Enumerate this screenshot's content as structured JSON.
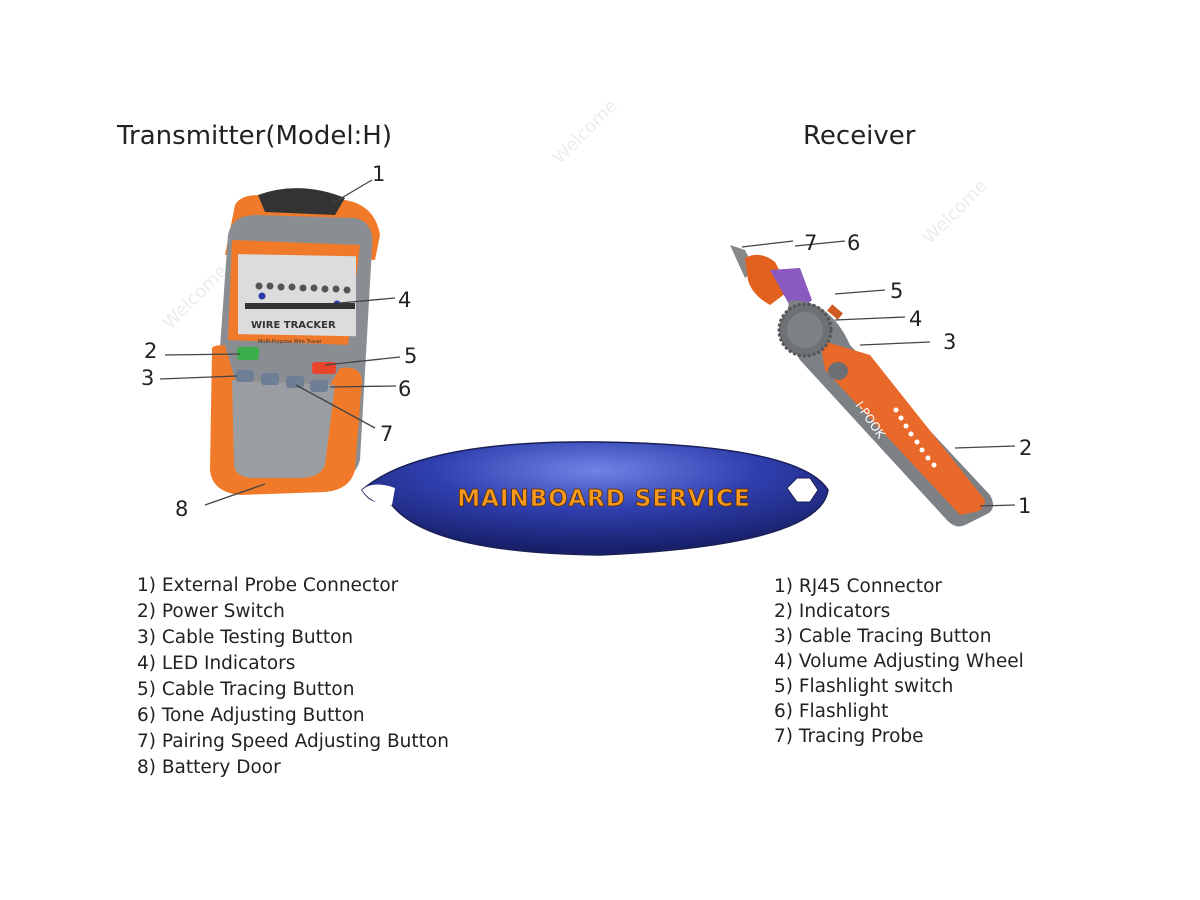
{
  "transmitter": {
    "title": "Transmitter(Model:H)",
    "device_label": "WIRE TRACKER",
    "device_sublabel": "Multi-Purpose Wire Tracer",
    "callouts": [
      "1",
      "2",
      "3",
      "4",
      "5",
      "6",
      "7",
      "8"
    ],
    "parts": [
      "1) External Probe Connector",
      "2) Power Switch",
      "3) Cable Testing Button",
      "4) LED Indicators",
      "5) Cable Tracing Button",
      "6) Tone Adjusting Button",
      "7) Pairing Speed Adjusting Button",
      "8) Battery Door"
    ]
  },
  "receiver": {
    "title": "Receiver",
    "brand": "I-POOK",
    "callouts": [
      "7",
      "6",
      "5",
      "4",
      "3",
      "2",
      "1"
    ],
    "parts": [
      "1) RJ45 Connector",
      "2) Indicators",
      "3) Cable Tracing Button",
      "4) Volume Adjusting Wheel",
      "5) Flashlight switch",
      "6) Flashlight",
      "7) Tracing Probe"
    ]
  },
  "badge": {
    "text": "MAINBOARD SERVICE"
  },
  "colors": {
    "device_orange": "#f07a2a",
    "badge_blue": "#2f3fae",
    "badge_text": "#f59a1e"
  }
}
